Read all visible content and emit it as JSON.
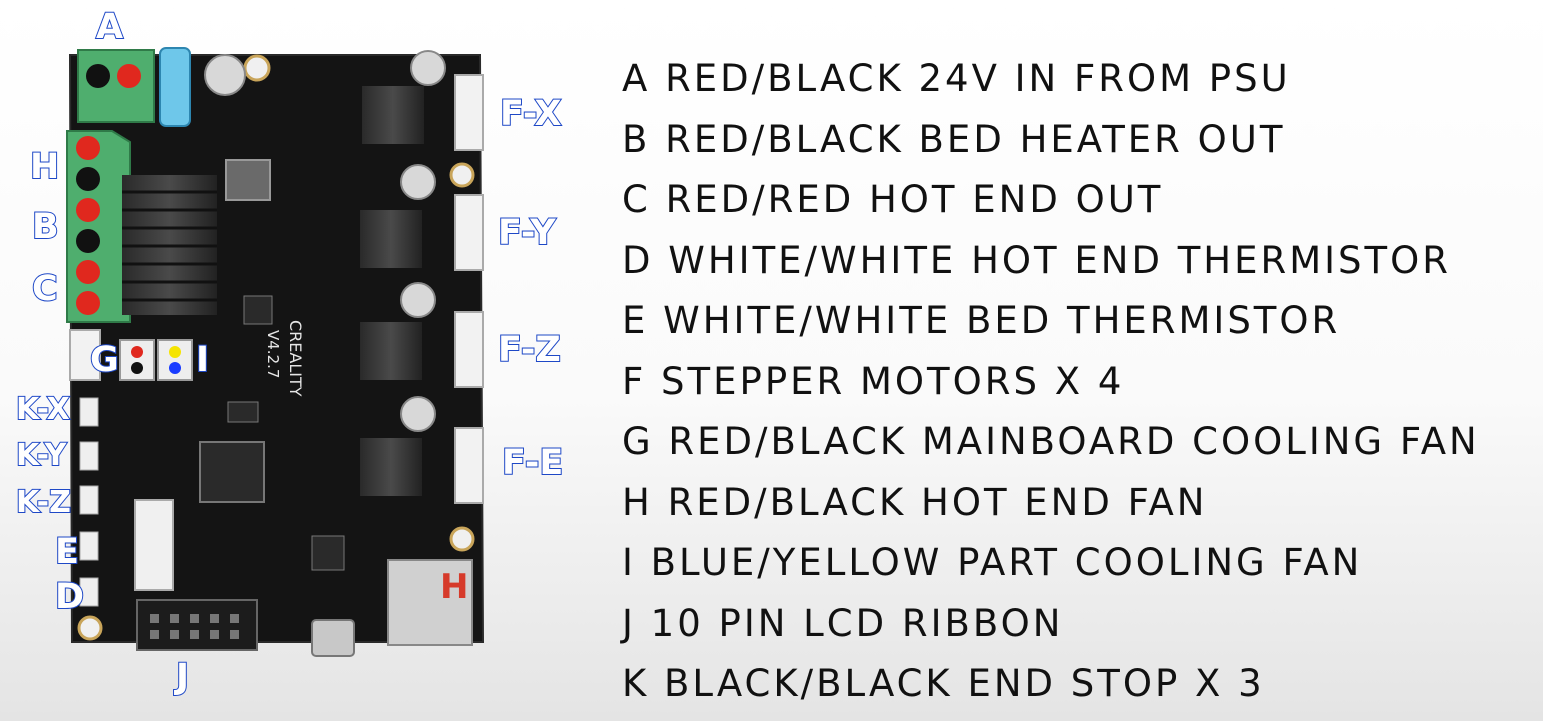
{
  "board": {
    "silkscreen": [
      "CREALITY",
      "V4.2.7"
    ],
    "sd_marker": "H"
  },
  "callouts": {
    "a": "A",
    "h": "H",
    "b": "B",
    "c": "C",
    "g": "G",
    "i": "I",
    "kx": "K-X",
    "ky": "K-Y",
    "kz": "K-Z",
    "e": "E",
    "d": "D",
    "j": "J",
    "fx": "F-X",
    "fy": "F-Y",
    "fz": "F-Z",
    "fe": "F-E"
  },
  "legend": [
    "A RED/BLACK 24V IN FROM PSU",
    "B RED/BLACK BED HEATER OUT",
    "C RED/RED HOT END OUT",
    "D WHITE/WHITE HOT END THERMISTOR",
    "E WHITE/WHITE BED THERMISTOR",
    "F STEPPER MOTORS X 4",
    "G RED/BLACK MAINBOARD COOLING FAN",
    "H RED/BLACK HOT END FAN",
    "I BLUE/YELLOW PART COOLING FAN",
    "J 10 PIN LCD RIBBON",
    "K BLACK/BLACK END STOP X 3"
  ],
  "colors": {
    "callout_outline": "#1f49c7",
    "pcb": "#141414",
    "terminal_green": "#4fae6e",
    "terminal_red": "#e0281e",
    "fan_yellow": "#f5e400",
    "fan_blue": "#1a3cff",
    "legend_text": "#111111"
  }
}
